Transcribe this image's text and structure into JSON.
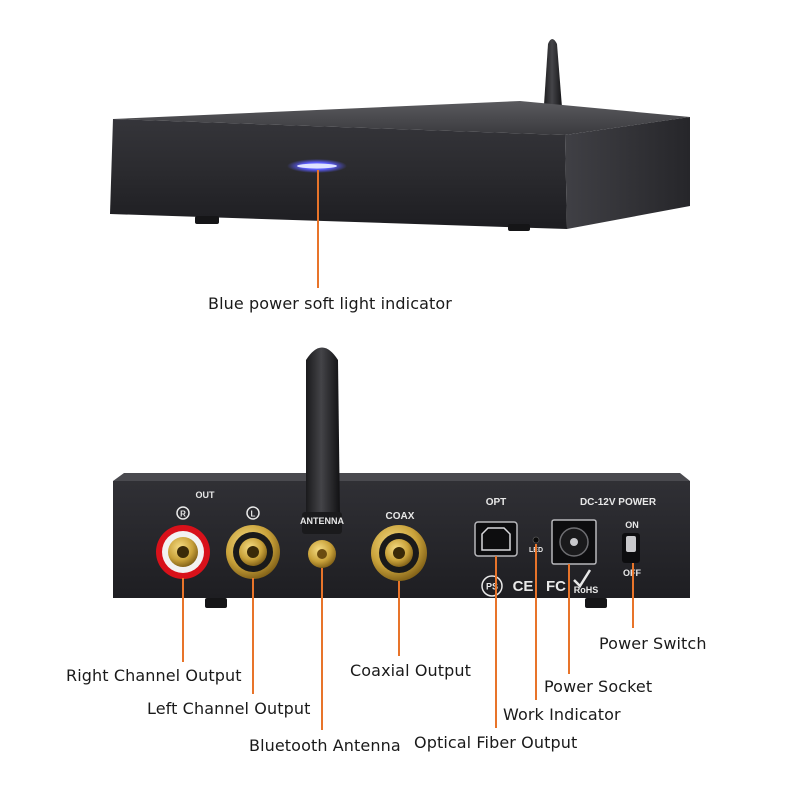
{
  "colors": {
    "leader_line": "#e8742a",
    "indicator_blue": "#5b5cff",
    "chassis": "#2b2b2e",
    "gold": "#c9a23a",
    "red_ring": "#d8111a"
  },
  "top_unit": {
    "callout_indicator": "Blue power soft light indicator"
  },
  "back_panel": {
    "out_label": "OUT",
    "r_mark": "R",
    "l_mark": "L",
    "antenna_label": "ANTENNA",
    "coax_label": "COAX",
    "opt_label": "OPT",
    "power_label": "DC-12V POWER",
    "led_label": "LED",
    "on_label": "ON",
    "off_label": "OFF",
    "ps_mark": "PS",
    "ce_mark": "CE",
    "fc_mark": "FC",
    "rohs_mark": "RoHS"
  },
  "callouts": {
    "right_channel": "Right Channel Output",
    "left_channel": "Left Channel Output",
    "bluetooth_antenna": "Bluetooth Antenna",
    "coaxial": "Coaxial Output",
    "optical": "Optical Fiber Output",
    "work_indicator": "Work Indicator",
    "power_socket": "Power Socket",
    "power_switch": "Power Switch"
  }
}
